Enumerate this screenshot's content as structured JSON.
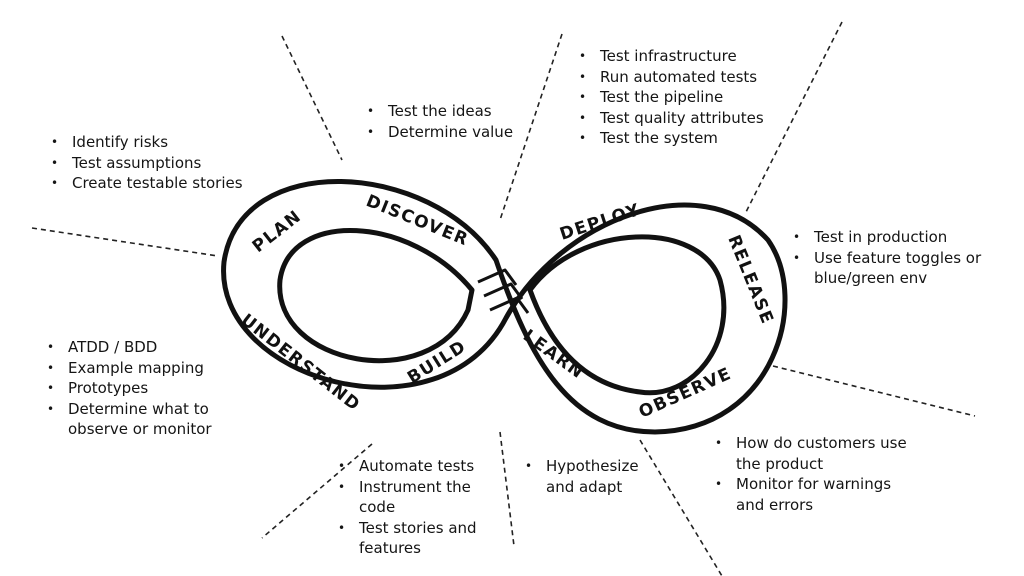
{
  "stages": {
    "plan": "PLAN",
    "discover": "DISCOVER",
    "understand": "UNDERSTAND",
    "build": "BUILD",
    "deploy": "DEPLOY",
    "release": "RELEASE",
    "learn": "LEARN",
    "observe": "OBSERVE"
  },
  "notes": {
    "plan": [
      "Identify risks",
      "Test assumptions",
      "Create testable stories"
    ],
    "discover": [
      "Test the ideas",
      "Determine value"
    ],
    "deploy": [
      "Test infrastructure",
      "Run automated tests",
      "Test the pipeline",
      "Test quality attributes",
      "Test the system"
    ],
    "release": [
      "Test in production",
      "Use feature toggles or blue/green env"
    ],
    "understand": [
      "ATDD / BDD",
      "Example mapping",
      "Prototypes",
      "Determine what to observe or monitor"
    ],
    "build": [
      "Automate tests",
      "Instrument the code",
      "Test stories and features"
    ],
    "learn": [
      "Hypothesize and adapt"
    ],
    "observe": [
      "How do customers use the product",
      "Monitor for warnings and errors"
    ]
  },
  "colors": {
    "ink": "#111111",
    "background": "#ffffff"
  }
}
